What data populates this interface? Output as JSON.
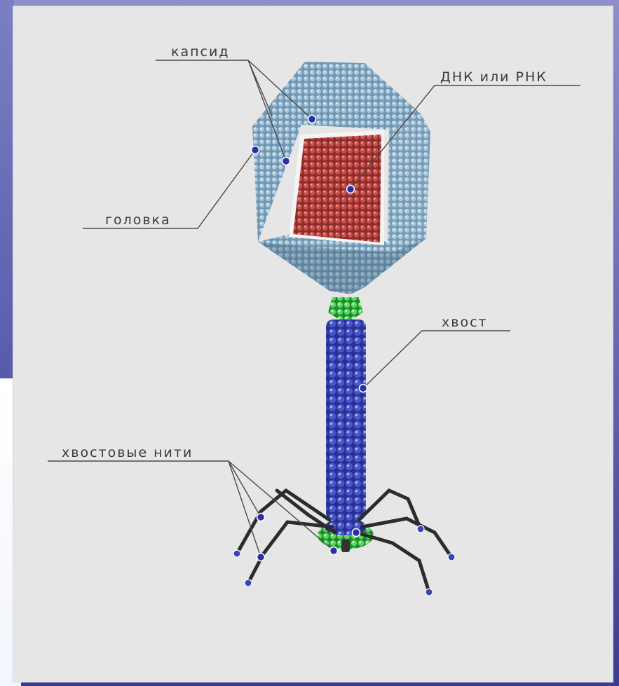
{
  "labels": {
    "capsid": "капсид",
    "nucleic_acid": "ДНК или РНК",
    "head": "головка",
    "tail": "хвост",
    "tail_fibers": "хвостовые нити"
  },
  "colors": {
    "capsid": "#8fb4cc",
    "capsid_dark": "#5f8aa8",
    "dna": "#b8403c",
    "tail": "#3a44b8",
    "collar": "#3fc24a",
    "fiber": "#2c2c2c",
    "marker": "#2b2fa8",
    "panel": "#e6e6e6"
  }
}
